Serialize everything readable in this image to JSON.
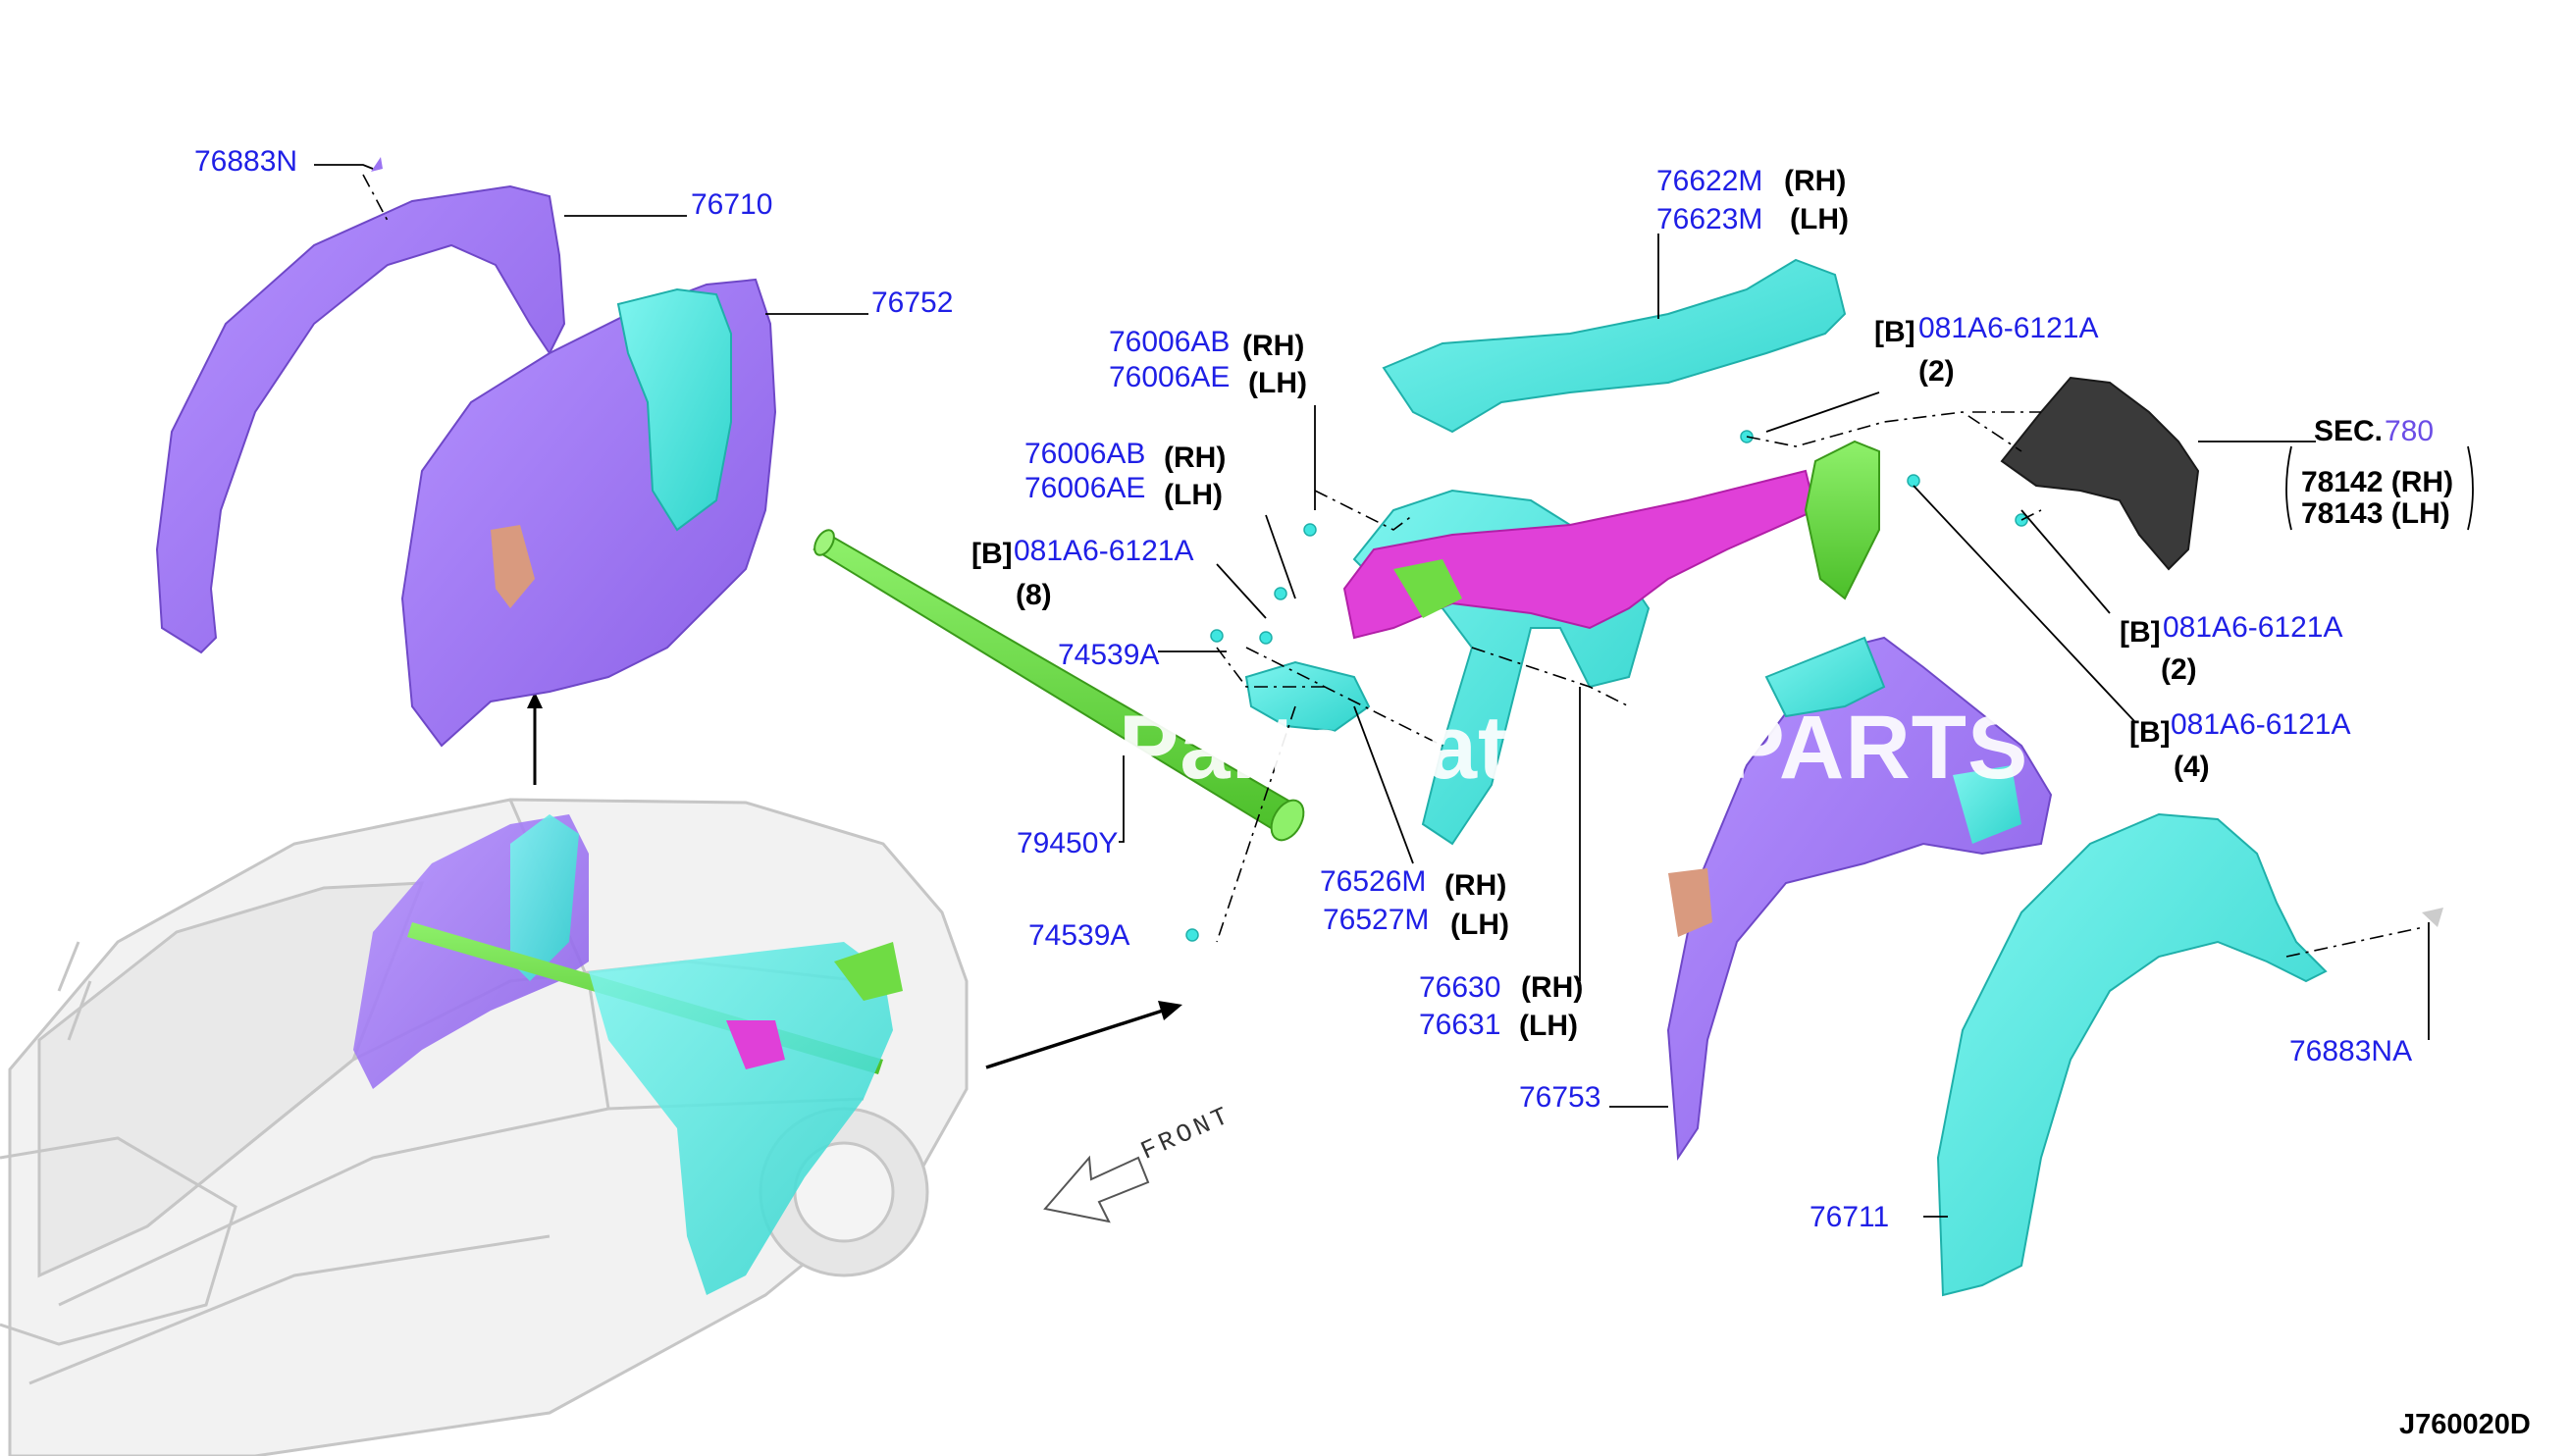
{
  "diagram_id": "J760020D",
  "front_label": "FRONT",
  "watermark": "Parts catalog PARTS",
  "colors": {
    "part_number": "#1f1fe6",
    "purple_panel": "#9b73f2",
    "cyan_panel": "#3fe6e0",
    "magenta_panel": "#e040d8",
    "green_tube": "#6fdc44",
    "dark_bracket": "#3a3a3a",
    "ghost_car": "#c8c8c8"
  },
  "labels": {
    "p76883N": "76883N",
    "p76710": "76710",
    "p76752": "76752",
    "p76622M": "76622M",
    "s76622M": "(RH)",
    "p76623M": "76623M",
    "s76623M": "(LH)",
    "p76006AB_1": "76006AB",
    "s76006AB_1": "(RH)",
    "p76006AE_1": "76006AE",
    "s76006AE_1": "(LH)",
    "p76006AB_2": "76006AB",
    "s76006AB_2": "(RH)",
    "p76006AE_2": "76006AE",
    "s76006AE_2": "(LH)",
    "b_left_tag": "[B]",
    "b_left_pn": "081A6-6121A",
    "b_left_qty": "(8)",
    "p74539A_1": "74539A",
    "p79450Y": "79450Y",
    "p74539A_2": "74539A",
    "p76526M": "76526M",
    "s76526M": "(RH)",
    "p76527M": "76527M",
    "s76527M": "(LH)",
    "p76630": "76630",
    "s76630": "(RH)",
    "p76631": "76631",
    "s76631": "(LH)",
    "p76753": "76753",
    "p76711": "76711",
    "p76883NA": "76883NA",
    "b_top_tag": "[B]",
    "b_top_pn": "081A6-6121A",
    "b_top_qty": "(2)",
    "sec_prefix": "SEC.",
    "sec_num": "780",
    "p78142": "78142 (RH)",
    "p78143": "78143 (LH)",
    "b_mid_tag": "[B]",
    "b_mid_pn": "081A6-6121A",
    "b_mid_qty": "(2)",
    "b_low_tag": "[B]",
    "b_low_pn": "081A6-6121A",
    "b_low_qty": "(4)"
  }
}
